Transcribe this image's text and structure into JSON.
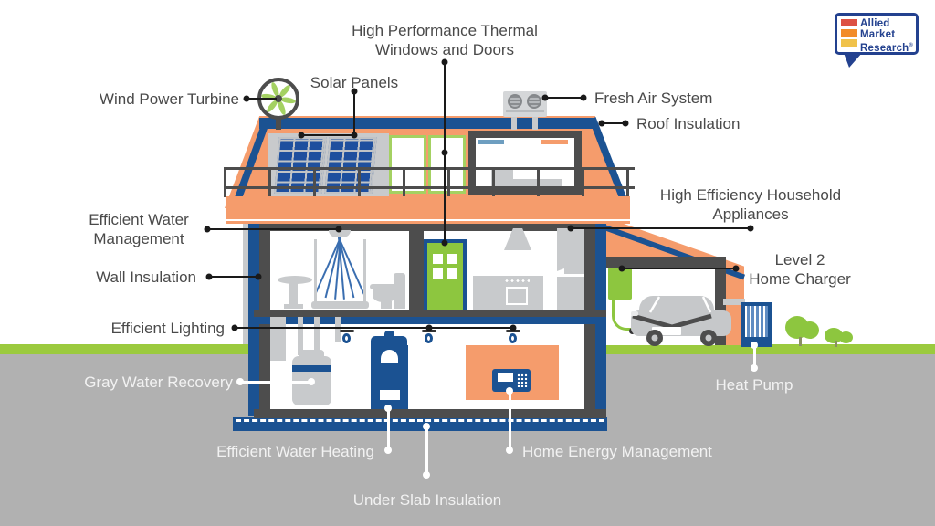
{
  "logo": {
    "line1": "Allied",
    "line2": "Market",
    "line3": "Research",
    "registered_mark": "®"
  },
  "labels": {
    "wind_power_turbine": "Wind Power Turbine",
    "solar_panels": "Solar Panels",
    "thermal_windows_doors_line1": "High Performance Thermal",
    "thermal_windows_doors_line2": "Windows and Doors",
    "fresh_air_system": "Fresh Air System",
    "roof_insulation": "Roof Insulation",
    "household_appliances_line1": "High Efficiency Household",
    "household_appliances_line2": "Appliances",
    "efficient_water_management_line1": "Efficient Water",
    "efficient_water_management_line2": "Management",
    "wall_insulation": "Wall Insulation",
    "level2_home_charger_line1": "Level 2",
    "level2_home_charger_line2": "Home Charger",
    "efficient_lighting": "Efficient Lighting",
    "gray_water_recovery": "Gray Water Recovery",
    "heat_pump": "Heat Pump",
    "efficient_water_heating": "Efficient Water Heating",
    "home_energy_management": "Home Energy Management",
    "under_slab_insulation": "Under Slab Insulation"
  },
  "colors": {
    "house_orange": "#F59C6C",
    "insulation_blue": "#1B5292",
    "frame_gray": "#4D4D4D",
    "appliance_gray": "#C8CACC",
    "feature_green": "#8DC63F",
    "light_green": "#A4D162",
    "grass_green": "#9BCA3E",
    "ground_gray": "#B1B1B1",
    "label_text_dark": "#4A4A4A",
    "label_text_light": "#F2F2F2",
    "logo_navy": "#23418F",
    "logo_bar_red": "#DD5143",
    "logo_bar_orange": "#F28C28",
    "logo_bar_yellow": "#F0C24B"
  }
}
